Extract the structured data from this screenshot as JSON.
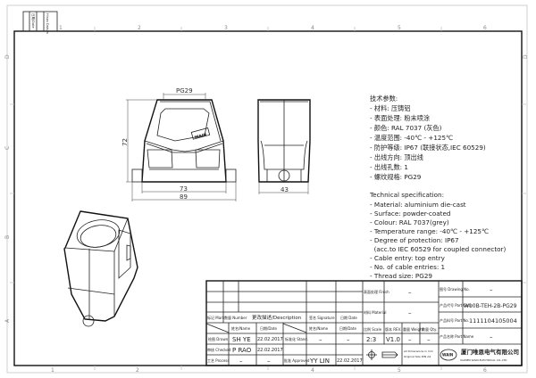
{
  "border": {
    "columns": [
      "1",
      "2",
      "3",
      "4",
      "5",
      "6"
    ],
    "rows": [
      "D",
      "C",
      "B",
      "A"
    ],
    "corner_labels": [
      "日期/Date",
      "Hinzu Datum"
    ]
  },
  "dimensions": {
    "thread": "PG29",
    "height": "72",
    "inner_width": "73",
    "total_width": "89",
    "depth": "43"
  },
  "logo_text": "WAIN",
  "spec_cn": {
    "title": "技术参数:",
    "items": [
      "- 材料: 压铸铝",
      "- 表面处理: 粉末喷涂",
      "- 颜色: RAL 7037 (灰色)",
      "- 温度范围: -40℃ - +125℃",
      "- 防护等级: IP67 (联接状态,IEC 60529)",
      "- 出线方向: 顶出线",
      "- 出线孔数: 1",
      "- 螺纹规格: PG29"
    ]
  },
  "spec_en": {
    "title": "Technical specification:",
    "items": [
      "- Material: aluminium die-cast",
      "- Surface: powder-coated",
      "- Colour: RAL 7037(grey)",
      "- Temperature range: -40℃ - +125℃",
      "- Degree of protection: IP67",
      "  (acc.to IEC 60529 for coupled connector)",
      "- Cable entry: top entry",
      "- No. of cable entries: 1",
      "- Thread size: PG29"
    ]
  },
  "title_block": {
    "mark": "标记 Mark",
    "number": "数量 Number",
    "description": "更改描述/Description",
    "signature": "签名 Signature",
    "date": "日期 Date",
    "name_h": "姓名/Name",
    "date_h": "日期/Date",
    "name_h2": "姓名/Name",
    "date_h2": "日期/Date",
    "drawn": "绘图 Drawn",
    "drawn_name": "SH YE",
    "drawn_date": "22.02.2017",
    "stand": "标准化 Stand.",
    "stand_name": "–",
    "stand_date": "–",
    "checked": "审核 Checked",
    "checked_name": "P RAO",
    "checked_date": "22.02.2017",
    "process": "工艺 Process",
    "process_name": "–",
    "process_date": "–",
    "approved": "批准 Approved",
    "approved_name": "YY LIN",
    "approved_date": "22.02.2017",
    "finish": "表面处理 Finish",
    "finish_value": "–",
    "material": "材料 Material",
    "material_value": "–",
    "scale": "比例 Scale",
    "rev": "版本 REV.",
    "weight": "重量 Weight",
    "qty": "数量 Qty.",
    "scale_value": "2:3",
    "rev_value": "V1.0",
    "weight_value": "–",
    "qty_value": "–",
    "note1": "All Dimensions in mm",
    "note2": "Original Size DIN A4",
    "drawing_no": "图号 Drawing No.",
    "drawing_no_value": "–",
    "part_code": "产品代号 Part Code",
    "part_code_value": "W10B-TEH-2B-PG29",
    "part_no": "产品料号 Part No.",
    "part_no_value": "1111104105004",
    "part_name": "产品名称 Part Name",
    "part_name_value": "–",
    "company_cn": "厦门唯恩电气有限公司",
    "company_en": "XIAMEN WAIN ELECTRICAL CO.,LTD"
  }
}
